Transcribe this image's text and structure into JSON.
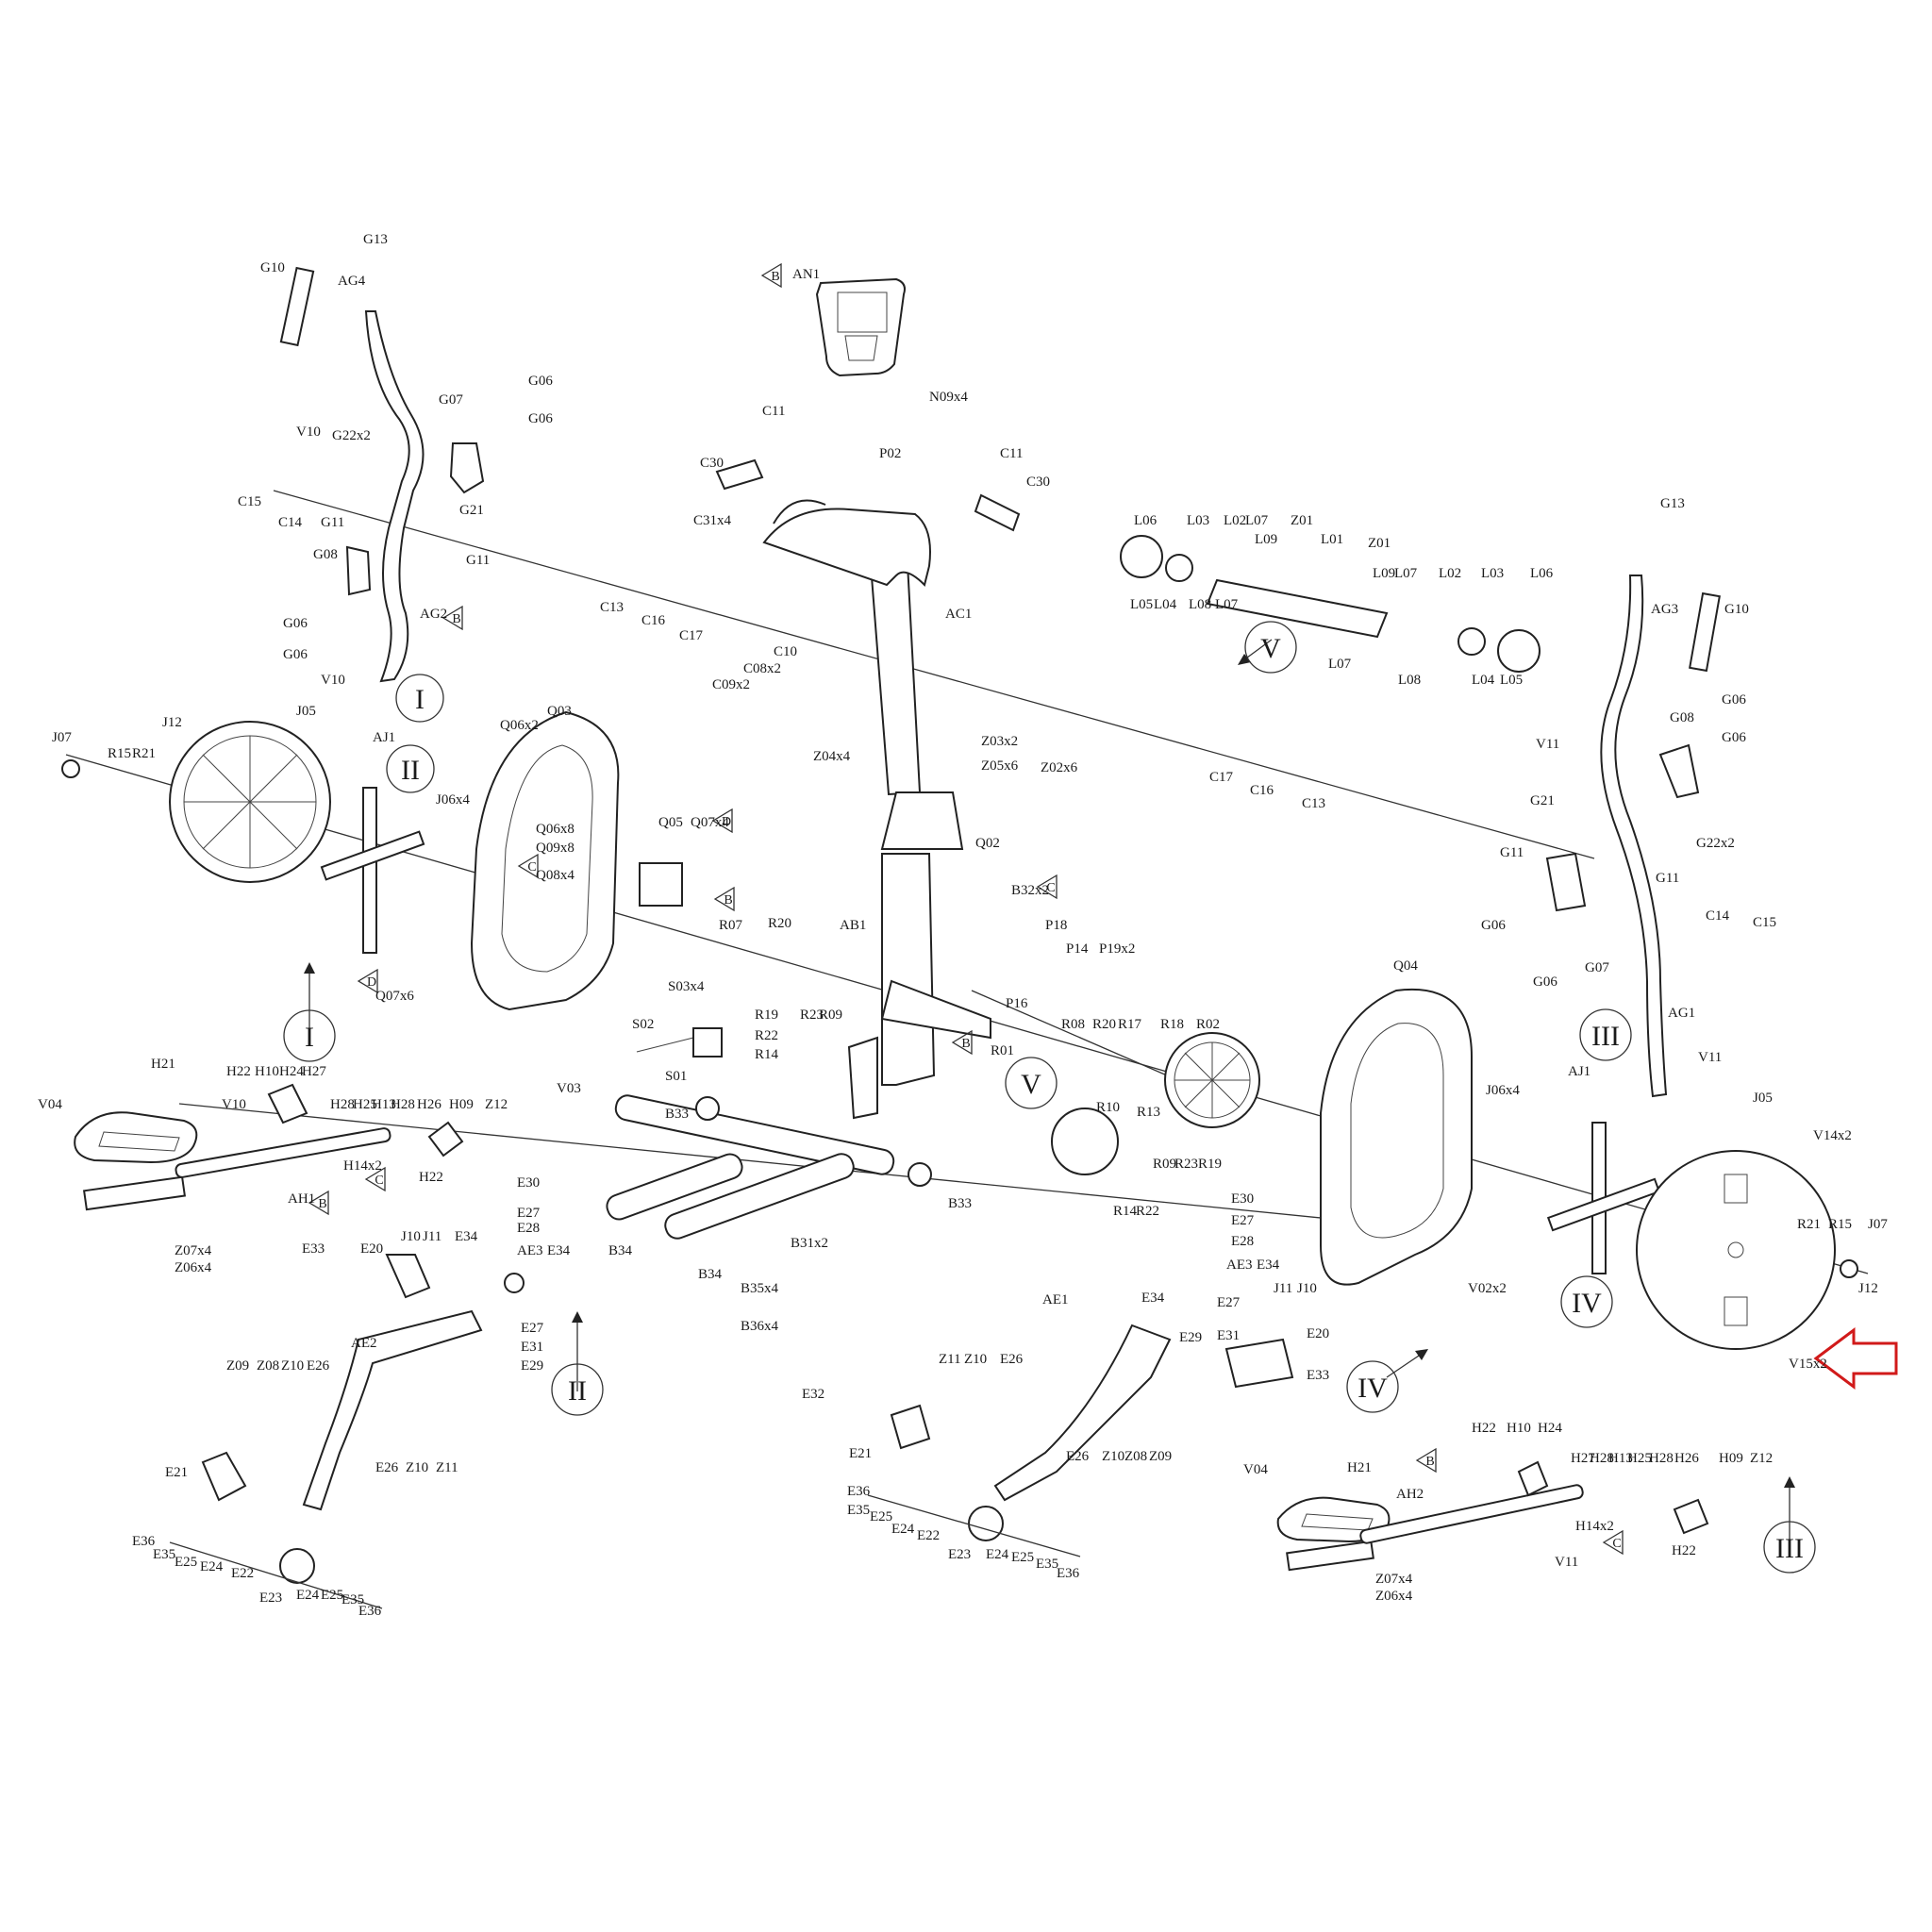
{
  "colors": {
    "ink": "#1a1a1a",
    "arrow": "#d11a1a",
    "paper": "#ffffff"
  },
  "labels": {
    "an1": "AN1",
    "n09x4": "N09x4",
    "c11": "C11",
    "c30": "C30",
    "c31x4": "C31x4",
    "p02": "P02",
    "ac1": "AC1",
    "c10": "C10",
    "c08x2": "C08x2",
    "c09x2": "C09x2",
    "z04x4": "Z04x4",
    "z03x2": "Z03x2",
    "z05x6": "Z05x6",
    "z02x6": "Z02x6",
    "c13": "C13",
    "c16": "C16",
    "c17": "C17",
    "q02": "Q02",
    "g10": "G10",
    "g13": "G13",
    "ag4": "AG4",
    "g07": "G07",
    "g06": "G06",
    "v10": "V10",
    "g22x2": "G22x2",
    "c15": "C15",
    "c14": "C14",
    "g11": "G11",
    "g21": "G21",
    "g08": "G08",
    "ag2": "AG2",
    "j07": "J07",
    "r15": "R15",
    "r21": "R21",
    "j12": "J12",
    "j05": "J05",
    "aj1": "AJ1",
    "j06x4": "J06x4",
    "q06x2": "Q06x2",
    "q03": "Q03",
    "q06x8": "Q06x8",
    "q09x8": "Q09x8",
    "q08x4": "Q08x4",
    "q05": "Q05",
    "q07x4": "Q07x4",
    "q07x6": "Q07x6",
    "r07": "R07",
    "r20": "R20",
    "ab1": "AB1",
    "b32x2": "B32x2",
    "p18": "P18",
    "p14": "P14",
    "p19x2": "P19x2",
    "p16": "P16",
    "r08": "R08",
    "r17": "R17",
    "r18": "R18",
    "r02": "R02",
    "r01": "R01",
    "r13": "R13",
    "r10": "R10",
    "r09": "R09",
    "r23": "R23",
    "r19": "R19",
    "r14": "R14",
    "r22": "R22",
    "s03x4": "S03x4",
    "s02": "S02",
    "s01": "S01",
    "b33": "B33",
    "b34": "B34",
    "b31x2": "B31x2",
    "b35x4": "B35x4",
    "b36x4": "B36x4",
    "v03": "V03",
    "l06": "L06",
    "l03": "L03",
    "l02": "L02",
    "l07": "L07",
    "z01": "Z01",
    "l09": "L09",
    "l01": "L01",
    "l05": "L05",
    "l04": "L04",
    "l08": "L08",
    "ag3": "AG3",
    "g08r": "G08",
    "v11": "V11",
    "g07r": "G07",
    "ag1": "AG1",
    "q04": "Q04",
    "v14x2": "V14x2",
    "v15x2": "V15x2",
    "v02x2": "V02x2",
    "h21": "H21",
    "h22": "H22",
    "h10": "H10",
    "h24": "H24",
    "h27": "H27",
    "h28": "H28",
    "h25": "H25",
    "h13": "H13",
    "h26": "H26",
    "h09": "H09",
    "z12": "Z12",
    "h14x2": "H14x2",
    "v04": "V04",
    "ah1": "AH1",
    "ah2": "AH2",
    "z07x4": "Z07x4",
    "z06x4": "Z06x4",
    "e30": "E30",
    "e27": "E27",
    "e28": "E28",
    "ae3": "AE3",
    "e34": "E34",
    "j10": "J10",
    "j11": "J11",
    "e33": "E33",
    "e20": "E20",
    "e31": "E31",
    "e29": "E29",
    "ae2": "AE2",
    "ae1": "AE1",
    "z09": "Z09",
    "z08": "Z08",
    "z10": "Z10",
    "z11": "Z11",
    "e26": "E26",
    "e32": "E32",
    "e21": "E21",
    "e36": "E36",
    "e35": "E35",
    "e25": "E25",
    "e24": "E24",
    "e22": "E22",
    "e23": "E23"
  },
  "marks": {
    "b": "B",
    "c": "C",
    "d": "D"
  },
  "views": {
    "i": "I",
    "ii": "II",
    "iii": "III",
    "iv": "IV",
    "v": "V"
  }
}
